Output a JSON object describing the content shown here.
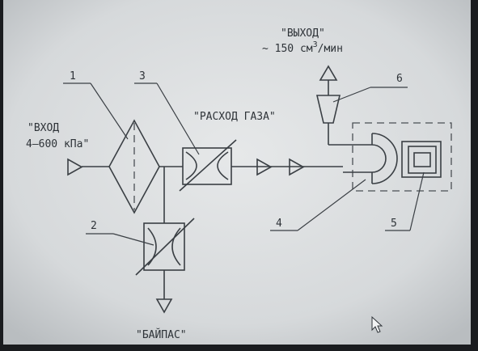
{
  "labels": {
    "input_title": "\"ВХОД",
    "input_value": "4–600 кПа\"",
    "output_title": "\"ВЫХОД\"",
    "output_value_prefix": "~ 150 см",
    "output_value_sup": "3",
    "output_value_suffix": "/мин",
    "flow_title": "\"РАСХОД ГАЗА\"",
    "bypass_title": "\"БАЙПАС\""
  },
  "callouts": [
    "1",
    "2",
    "3",
    "4",
    "5",
    "6"
  ],
  "colors": {
    "paper": "#d9dcdd",
    "ink": "#2e3338",
    "bezel": "#1a1c1f"
  }
}
